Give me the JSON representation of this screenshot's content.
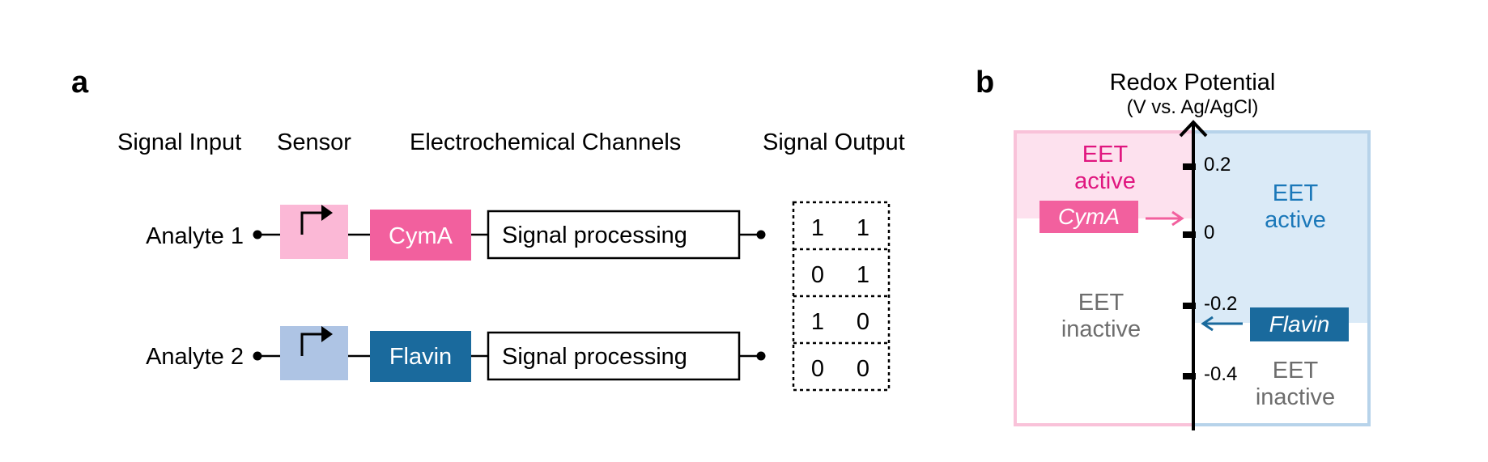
{
  "panel_a": {
    "label": "a",
    "headers": {
      "signal_input": "Signal Input",
      "sensor": "Sensor",
      "channels": "Electrochemical Channels",
      "output": "Signal Output"
    },
    "rows": [
      {
        "analyte": "Analyte 1",
        "channel": "CymA",
        "processing": "Signal processing"
      },
      {
        "analyte": "Analyte 2",
        "channel": "Flavin",
        "processing": "Signal processing"
      }
    ],
    "output_table": [
      [
        "1",
        "1"
      ],
      [
        "0",
        "1"
      ],
      [
        "1",
        "0"
      ],
      [
        "0",
        "0"
      ]
    ],
    "colors": {
      "sensor1": "#fbb8d6",
      "sensor2": "#aec4e4",
      "cyma": "#f2609e",
      "flavin": "#1a6a9d"
    }
  },
  "panel_b": {
    "label": "b",
    "axis_title": "Redox Potential",
    "axis_unit": "(V vs. Ag/AgCl)",
    "ticks": [
      "0.2",
      "0",
      "-0.2",
      "-0.4"
    ],
    "left_active": {
      "line1": "EET",
      "line2": "active"
    },
    "left_inactive": {
      "line1": "EET",
      "line2": "inactive"
    },
    "right_active": {
      "line1": "EET",
      "line2": "active"
    },
    "right_inactive": {
      "line1": "EET",
      "line2": "inactive"
    },
    "cyma_label": "CymA",
    "flavin_label": "Flavin",
    "colors": {
      "pink_light": "#fde1ee",
      "pink_border": "#f9c2d9",
      "pink_text": "#e0167f",
      "cyma": "#f2609e",
      "blue_light": "#daeaf7",
      "blue_border": "#b7d3ea",
      "blue_text": "#1b78b9",
      "flavin": "#1a6a9d",
      "gray_text": "#6d6d6d"
    }
  }
}
